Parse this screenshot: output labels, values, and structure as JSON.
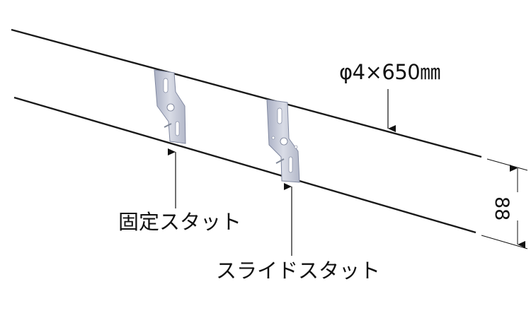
{
  "diagram": {
    "wire_spec_label": "φ4×650㎜",
    "fixed_stud_label": "固定スタット",
    "slide_stud_label": "スライドスタット",
    "dimension_label": "88",
    "colors": {
      "wire": "#1a1a1a",
      "bracket_fill": "#c9cdd8",
      "bracket_shade": "#9aa0b5",
      "text": "#111111",
      "background": "#ffffff"
    },
    "components": [
      {
        "name": "upper wire rod",
        "type": "wire"
      },
      {
        "name": "lower wire rod",
        "type": "wire"
      },
      {
        "name": "fixed stud bracket",
        "type": "bracket"
      },
      {
        "name": "slide stud bracket",
        "type": "bracket"
      }
    ]
  }
}
